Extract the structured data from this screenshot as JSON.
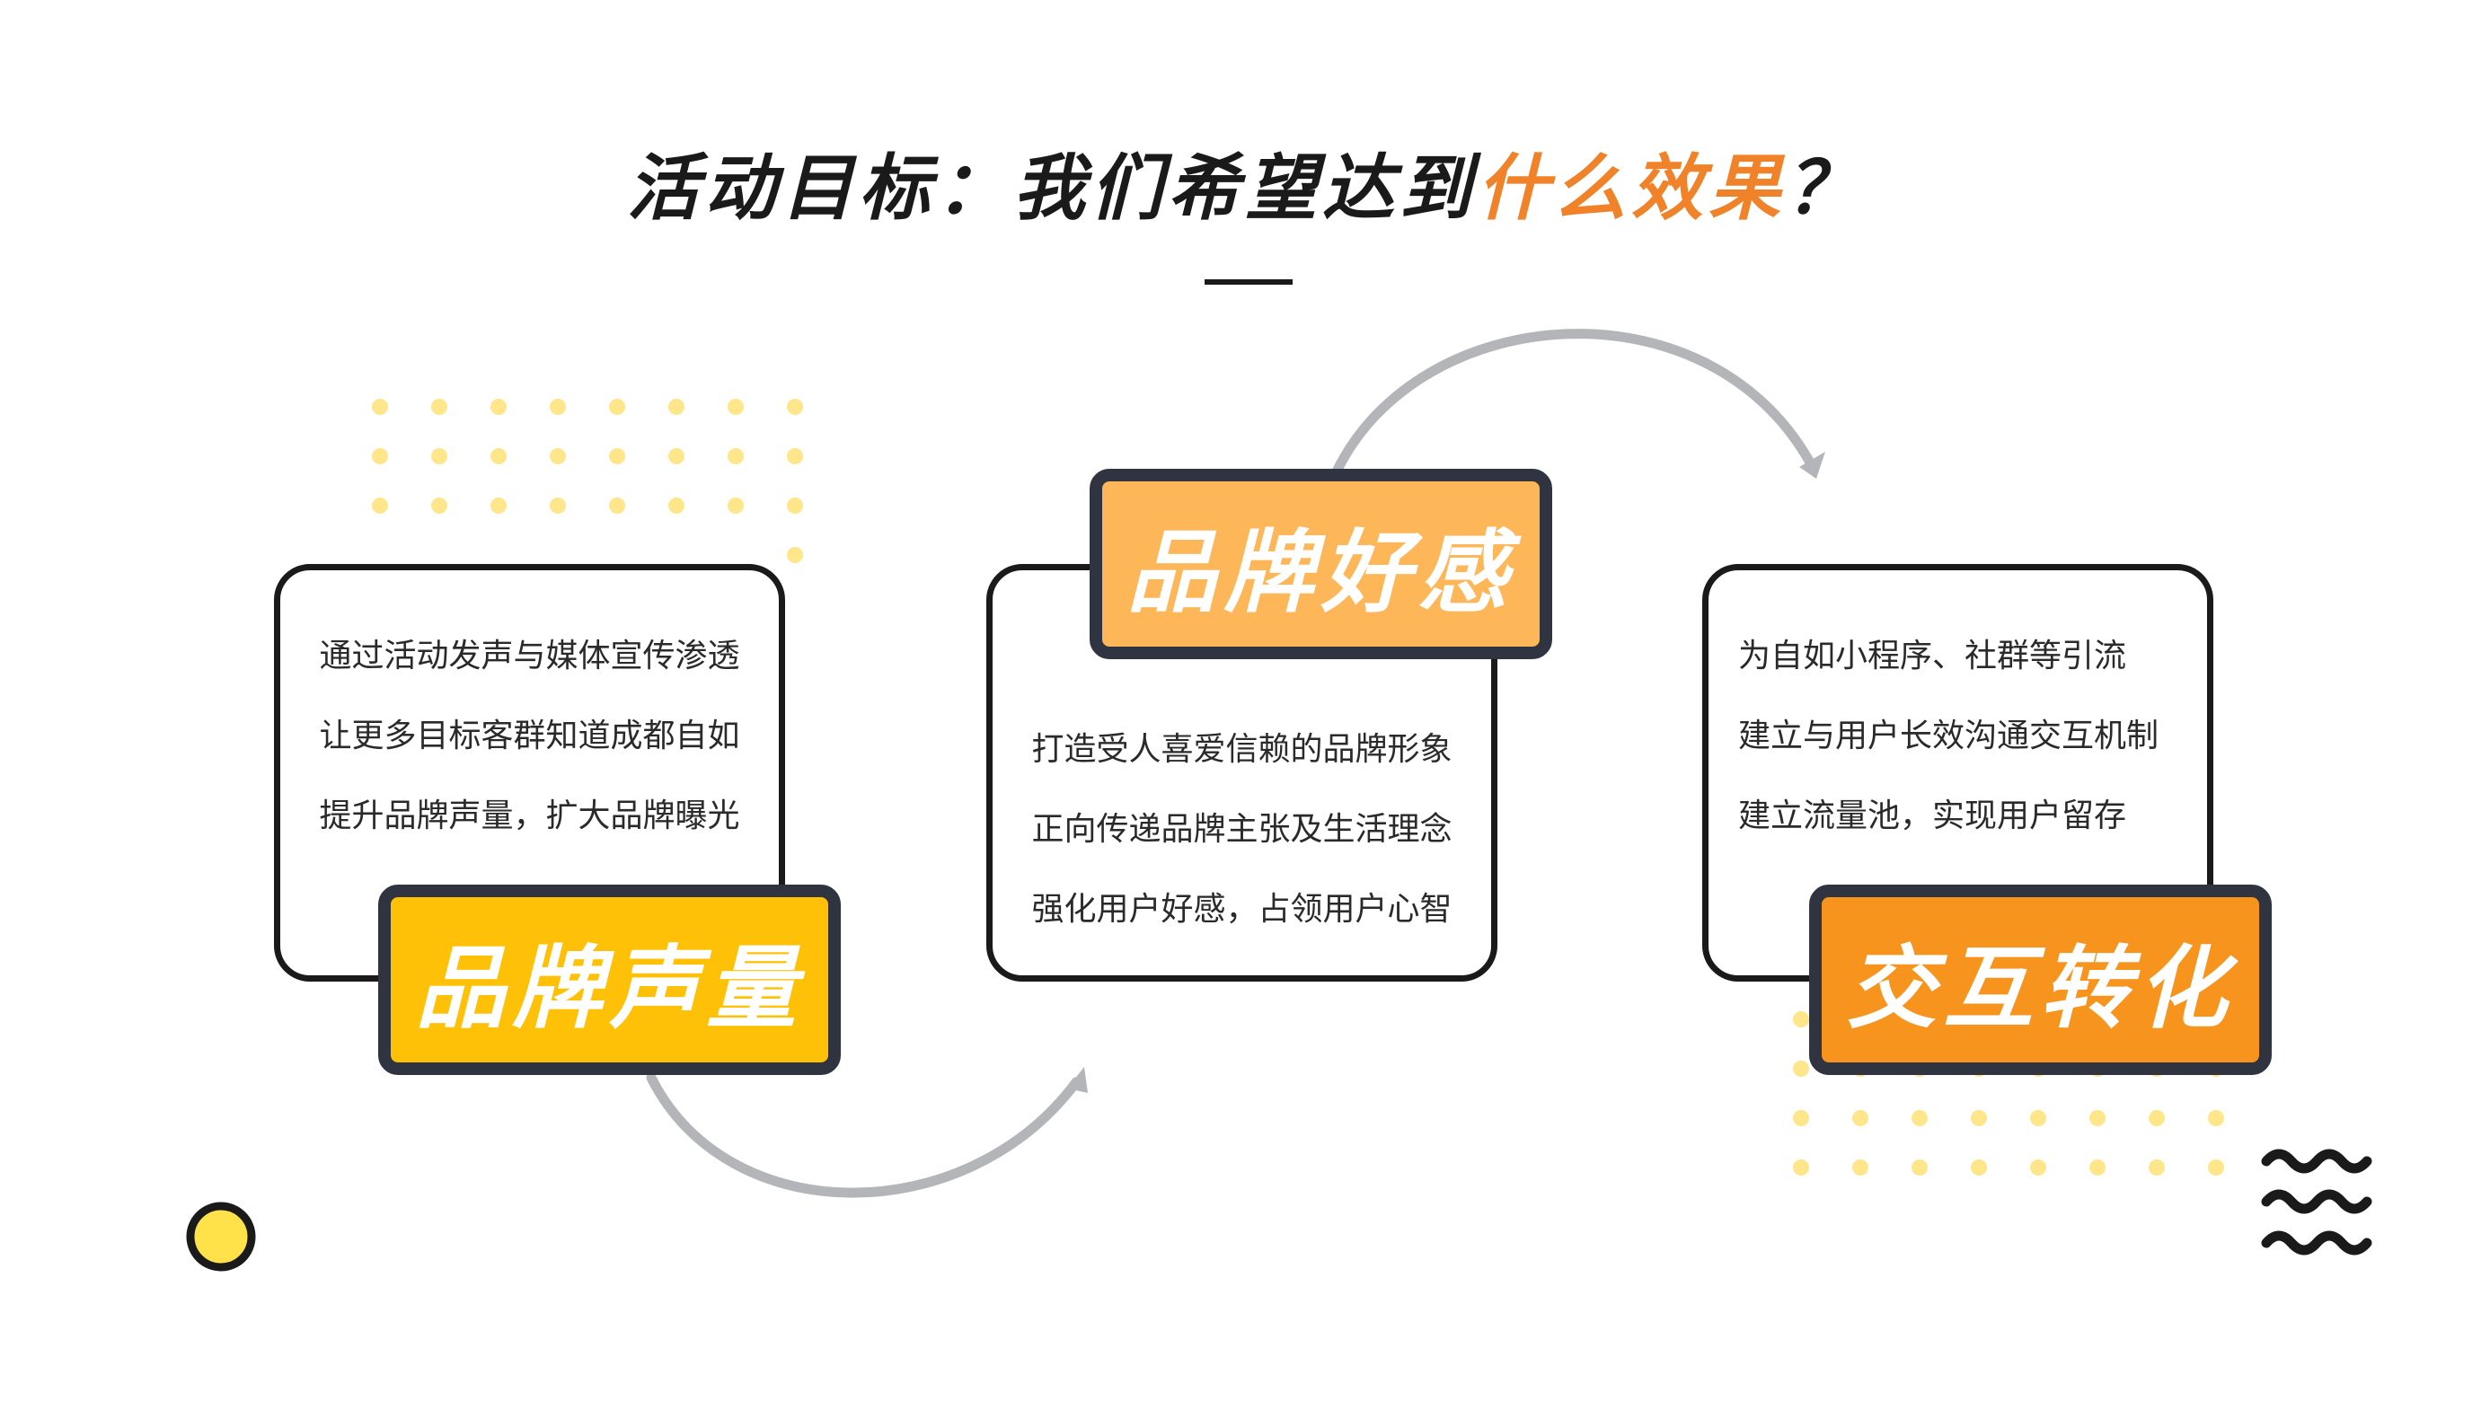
{
  "title": {
    "prefix": "活动目标：我们希望达到",
    "highlight": "什么效果",
    "suffix": "？"
  },
  "colors": {
    "accent_orange": "#F0822A",
    "tag_yellow": "#FFC107",
    "tag_light_orange": "#FDB658",
    "tag_orange": "#F7941D",
    "dot_yellow": "#FFE68A",
    "card_border": "#1A1A1A",
    "tag_border": "#2F3440",
    "arrow_gray": "#B4B5B9"
  },
  "cards": [
    {
      "id": "brand-volume",
      "tag": "品牌声量",
      "lines": [
        "通过活动发声与媒体宣传渗透",
        "让更多目标客群知道成都自如",
        "提升品牌声量，扩大品牌曝光"
      ]
    },
    {
      "id": "brand-favor",
      "tag": "品牌好感",
      "lines": [
        "打造受人喜爱信赖的品牌形象",
        "正向传递品牌主张及生活理念",
        "强化用户好感，占领用户心智"
      ]
    },
    {
      "id": "interaction-conversion",
      "tag": "交互转化",
      "lines": [
        "为自如小程序、社群等引流",
        "建立与用户长效沟通交互机制",
        "建立流量池，实现用户留存"
      ]
    }
  ]
}
